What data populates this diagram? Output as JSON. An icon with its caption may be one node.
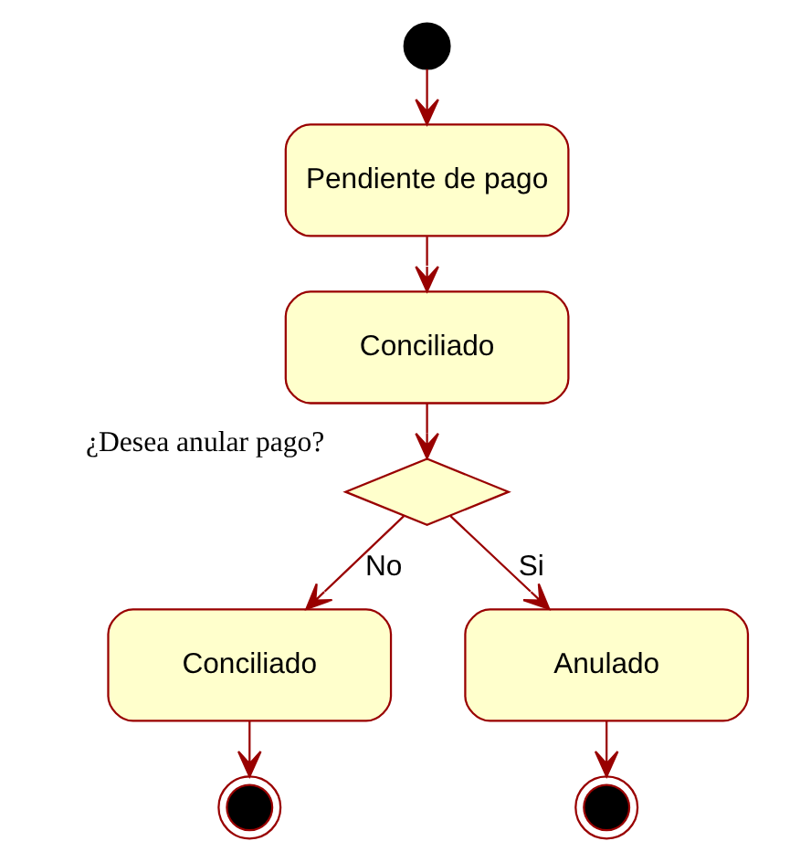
{
  "diagram": {
    "nodes": [
      {
        "text": [],
        "shape": "circle"
      },
      {
        "text": [
          "Pendiente de pago"
        ]
      },
      {
        "text": [
          "Conciliado"
        ]
      },
      {
        "text": [],
        "shape": "diamond",
        "beside": [
          "¿Desea anular pago?"
        ]
      },
      {
        "text": [
          "Conciliado"
        ]
      },
      {
        "text": [
          "Anulado"
        ]
      },
      {
        "text": [],
        "shape": "circle"
      },
      {
        "text": [],
        "shape": "circle"
      }
    ],
    "edges": [
      {
        "from": 0,
        "to": 1,
        "arrow": "to"
      },
      {
        "from": 1,
        "to": 2,
        "arrow": "to"
      },
      {
        "from": 2,
        "to": 3,
        "arrow": "to"
      },
      {
        "from": 3,
        "to": 4,
        "arrow": "to",
        "label": "No"
      },
      {
        "from": 3,
        "to": 5,
        "arrow": "to",
        "label": "Si"
      },
      {
        "from": 4,
        "to": 6,
        "arrow": "to"
      },
      {
        "from": 5,
        "to": 7,
        "arrow": "to"
      }
    ]
  }
}
